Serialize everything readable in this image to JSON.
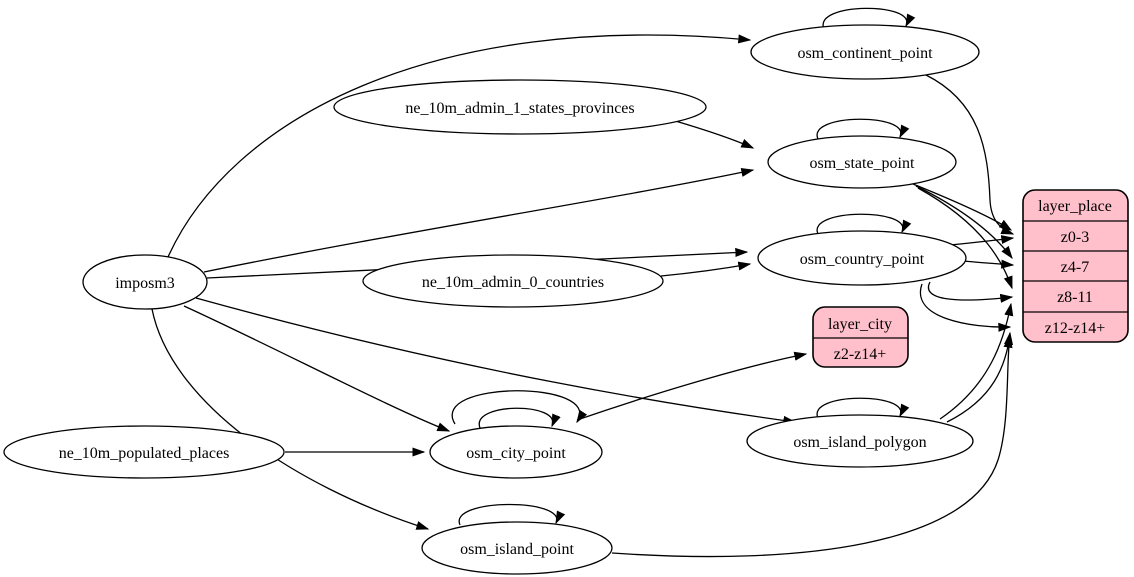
{
  "diagram": {
    "kind": "etl-graph",
    "background_color": "#ffffff",
    "node_fill_color": "#ffffff",
    "record_fill_color": "#ffc0cb",
    "stroke_color": "#000000",
    "nodes": {
      "imposm3": "imposm3",
      "ne_states": "ne_10m_admin_1_states_provinces",
      "ne_countries": "ne_10m_admin_0_countries",
      "ne_populated": "ne_10m_populated_places",
      "continent": "osm_continent_point",
      "state": "osm_state_point",
      "country": "osm_country_point",
      "city": "osm_city_point",
      "island_polygon": "osm_island_polygon",
      "island_point": "osm_island_point",
      "layer_city": {
        "title": "layer_city",
        "rows": [
          "z2-z14+"
        ]
      },
      "layer_place": {
        "title": "layer_place",
        "rows": [
          "z0-3",
          "z4-7",
          "z8-11",
          "z12-z14+"
        ]
      }
    },
    "edges": [
      "imposm3 -> osm_continent_point",
      "imposm3 -> osm_state_point",
      "imposm3 -> osm_country_point",
      "imposm3 -> osm_city_point",
      "imposm3 -> osm_island_polygon",
      "imposm3 -> osm_island_point",
      "ne_10m_admin_1_states_provinces -> osm_state_point",
      "ne_10m_admin_0_countries -> osm_country_point",
      "ne_10m_populated_places -> osm_city_point",
      "osm_continent_point -> osm_continent_point",
      "osm_state_point -> osm_state_point",
      "osm_country_point -> osm_country_point",
      "osm_city_point -> osm_city_point",
      "osm_city_point -> osm_city_point",
      "osm_island_polygon -> osm_island_polygon",
      "osm_island_point -> osm_island_point",
      "osm_continent_point -> layer_place:z0-3",
      "osm_state_point -> layer_place:z0-3",
      "osm_state_point -> layer_place:z4-7",
      "osm_state_point -> layer_place:z8-11",
      "osm_country_point -> layer_place:z0-3",
      "osm_country_point -> layer_place:z4-7",
      "osm_country_point -> layer_place:z8-11",
      "osm_country_point -> layer_place:z12-z14+",
      "osm_city_point -> layer_city:z2-z14+",
      "osm_island_polygon -> layer_place:z8-11",
      "osm_island_polygon -> layer_place:z12-z14+",
      "osm_island_point -> layer_place:z12-z14+"
    ]
  }
}
